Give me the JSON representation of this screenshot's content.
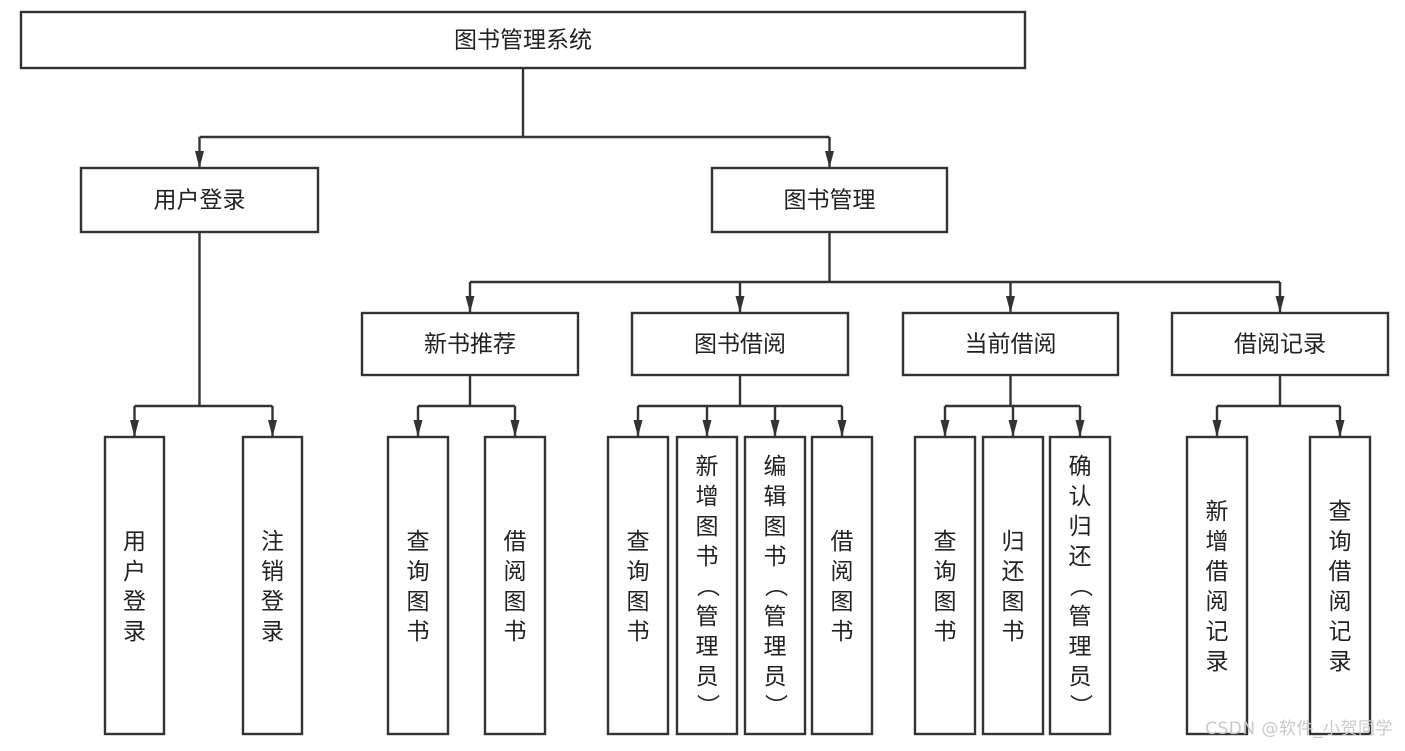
{
  "diagram": {
    "type": "tree-hierarchy",
    "title": "图书管理系统",
    "orientation": "top-down",
    "colors": {
      "box_stroke": "#333333",
      "box_fill": "#ffffff",
      "text": "#222222",
      "connector": "#333333",
      "background": "#ffffff",
      "watermark": "#c9c9c9"
    },
    "levels": [
      {
        "level": 1,
        "nodes": [
          {
            "id": "root",
            "label": "图书管理系统",
            "orient": "horizontal"
          }
        ]
      },
      {
        "level": 2,
        "nodes": [
          {
            "id": "user-login",
            "label": "用户登录",
            "orient": "horizontal",
            "parent": "root"
          },
          {
            "id": "book-manage",
            "label": "图书管理",
            "orient": "horizontal",
            "parent": "root"
          }
        ]
      },
      {
        "level": 3,
        "nodes": [
          {
            "id": "new-book-rec",
            "label": "新书推荐",
            "orient": "horizontal",
            "parent": "book-manage"
          },
          {
            "id": "book-borrow",
            "label": "图书借阅",
            "orient": "horizontal",
            "parent": "book-manage"
          },
          {
            "id": "current-borrow",
            "label": "当前借阅",
            "orient": "horizontal",
            "parent": "book-manage"
          },
          {
            "id": "borrow-record",
            "label": "借阅记录",
            "orient": "horizontal",
            "parent": "book-manage"
          }
        ]
      },
      {
        "level": 4,
        "nodes": [
          {
            "id": "leaf-user-login",
            "label": "用户登录",
            "orient": "vertical",
            "parent": "user-login"
          },
          {
            "id": "leaf-logout",
            "label": "注销登录",
            "orient": "vertical",
            "parent": "user-login"
          },
          {
            "id": "leaf-query-book-1",
            "label": "查询图书",
            "orient": "vertical",
            "parent": "new-book-rec"
          },
          {
            "id": "leaf-borrow-book-1",
            "label": "借阅图书",
            "orient": "vertical",
            "parent": "new-book-rec"
          },
          {
            "id": "leaf-query-book-2",
            "label": "查询图书",
            "orient": "vertical",
            "parent": "book-borrow"
          },
          {
            "id": "leaf-add-book",
            "label": "新增图书（管理员）",
            "orient": "vertical",
            "parent": "book-borrow"
          },
          {
            "id": "leaf-edit-book",
            "label": "编辑图书（管理员）",
            "orient": "vertical",
            "parent": "book-borrow"
          },
          {
            "id": "leaf-borrow-book-2",
            "label": "借阅图书",
            "orient": "vertical",
            "parent": "book-borrow"
          },
          {
            "id": "leaf-query-book-3",
            "label": "查询图书",
            "orient": "vertical",
            "parent": "current-borrow"
          },
          {
            "id": "leaf-return-book",
            "label": "归还图书",
            "orient": "vertical",
            "parent": "current-borrow"
          },
          {
            "id": "leaf-confirm-return",
            "label": "确认归还（管理员）",
            "orient": "vertical",
            "parent": "current-borrow"
          },
          {
            "id": "leaf-add-record",
            "label": "新增借阅记录",
            "orient": "vertical",
            "parent": "borrow-record"
          },
          {
            "id": "leaf-query-record",
            "label": "查询借阅记录",
            "orient": "vertical",
            "parent": "borrow-record"
          }
        ]
      }
    ]
  },
  "watermark": {
    "text": "CSDN @软件_小贺同学"
  }
}
